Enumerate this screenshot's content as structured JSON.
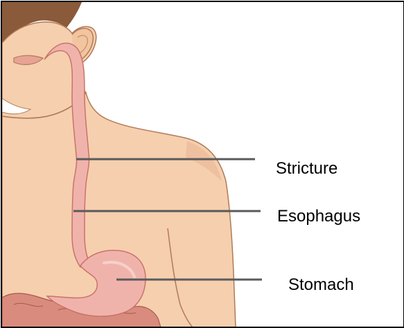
{
  "labels": {
    "stricture": "Stricture",
    "esophagus": "Esophagus",
    "stomach": "Stomach"
  },
  "colors": {
    "skin": "#f5cfae",
    "skin_shadow": "#e4b28e",
    "outline": "#b07a57",
    "hair": "#8a5a3b",
    "esophagus": "#f0b3ab",
    "esophagus_outline": "#c9736a",
    "intestine": "#d98c7d",
    "leader_line": "#5a5a5a",
    "label_text": "#000000",
    "frame": "#000000"
  }
}
